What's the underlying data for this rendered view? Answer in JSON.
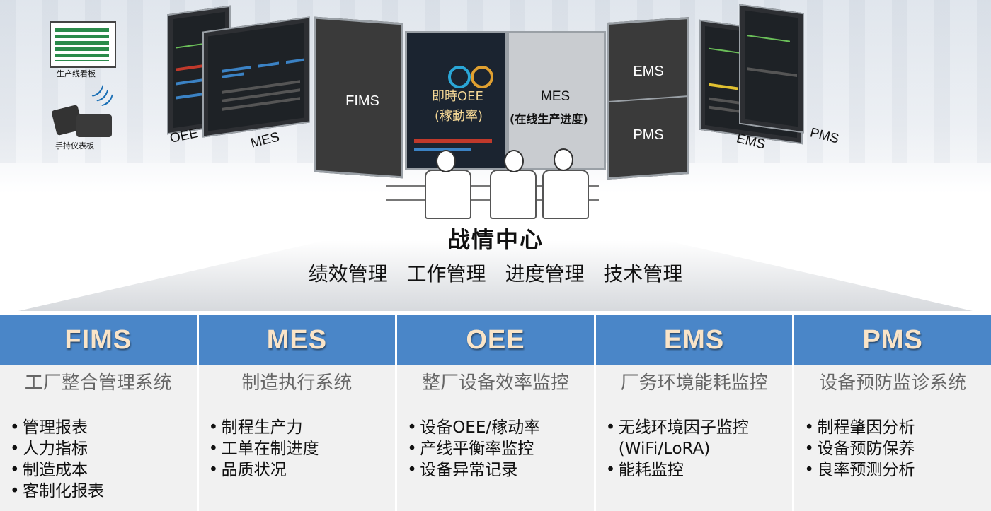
{
  "hero": {
    "left_device_labels": {
      "kanban": "生产线看板",
      "handheld": "手持仪表板"
    },
    "left_screens": {
      "oee": "OEE",
      "mes": "MES"
    },
    "center": {
      "fims": "FIMS",
      "oee_line1": "即時OEE",
      "oee_line2": "(稼動率)",
      "mes_line1": "MES",
      "mes_line2": "(在线生产进度)",
      "ems": "EMS",
      "pms": "PMS"
    },
    "right_screens": {
      "ems": "EMS",
      "pms": "PMS"
    },
    "title": "战情中心",
    "subtitle": "绩效管理 工作管理 进度管理 技术管理"
  },
  "modules": [
    {
      "name": "FIMS",
      "desc": "工厂整合管理系统",
      "items": [
        "管理报表",
        "人力指标",
        "制造成本",
        "客制化报表"
      ]
    },
    {
      "name": "MES",
      "desc": "制造执行系统",
      "items": [
        "制程生产力",
        "工单在制进度",
        "品质状况"
      ]
    },
    {
      "name": "OEE",
      "desc": "整厂设备效率监控",
      "items": [
        "设备OEE/稼动率",
        "产线平衡率监控",
        "设备异常记录"
      ]
    },
    {
      "name": "EMS",
      "desc": "厂务环境能耗监控",
      "items": [
        "无线环境因子监控",
        "(WiFi/LoRA)",
        "能耗监控"
      ]
    },
    {
      "name": "PMS",
      "desc": "设备预防监诊系统",
      "items": [
        "制程肇因分析",
        "设备预防保养",
        "良率预测分析"
      ]
    }
  ],
  "colors": {
    "header_blue": "#4a86c8",
    "header_text": "#f9e4c8",
    "panel_bg": "#f1f1f1"
  }
}
